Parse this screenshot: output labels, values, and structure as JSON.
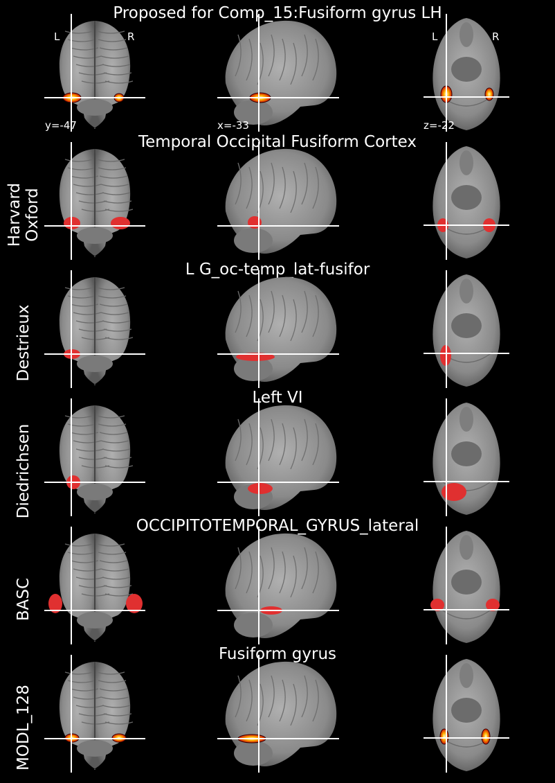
{
  "rows": [
    {
      "id": "proposed",
      "title": "Proposed for Comp_15:Fusiform gyrus LH",
      "row_label": "",
      "overlay": "heat",
      "coords": {
        "coronal": "y=-47",
        "sagittal": "x=-33",
        "axial": "z=-22"
      },
      "orient": {
        "coronal_left": "L",
        "coronal_right": "R",
        "axial_left": "L",
        "axial_right": "R"
      }
    },
    {
      "id": "harvard-oxford",
      "title": "Temporal Occipital Fusiform Cortex",
      "row_label": "Harvard Oxford",
      "overlay": "red"
    },
    {
      "id": "destrieux",
      "title": "L G_oc-temp_lat-fusifor",
      "row_label": "Destrieux",
      "overlay": "red"
    },
    {
      "id": "diedrichsen",
      "title": "Left VI",
      "row_label": "Diedrichsen",
      "overlay": "red"
    },
    {
      "id": "basc",
      "title": "OCCIPITOTEMPORAL_GYRUS_lateral",
      "row_label": "BASC",
      "overlay": "red"
    },
    {
      "id": "modl-128",
      "title": "Fusiform gyrus",
      "row_label": "MODL_128",
      "overlay": "heat"
    }
  ],
  "colors": {
    "background": "#000000",
    "crosshair": "#ffffff",
    "red_overlay": "#e03030",
    "heat_core": "#ffffcc",
    "heat_mid": "#ffb000",
    "heat_edge": "#cc1000",
    "brain_dark": "#555555",
    "brain_light": "#aaaaaa"
  }
}
